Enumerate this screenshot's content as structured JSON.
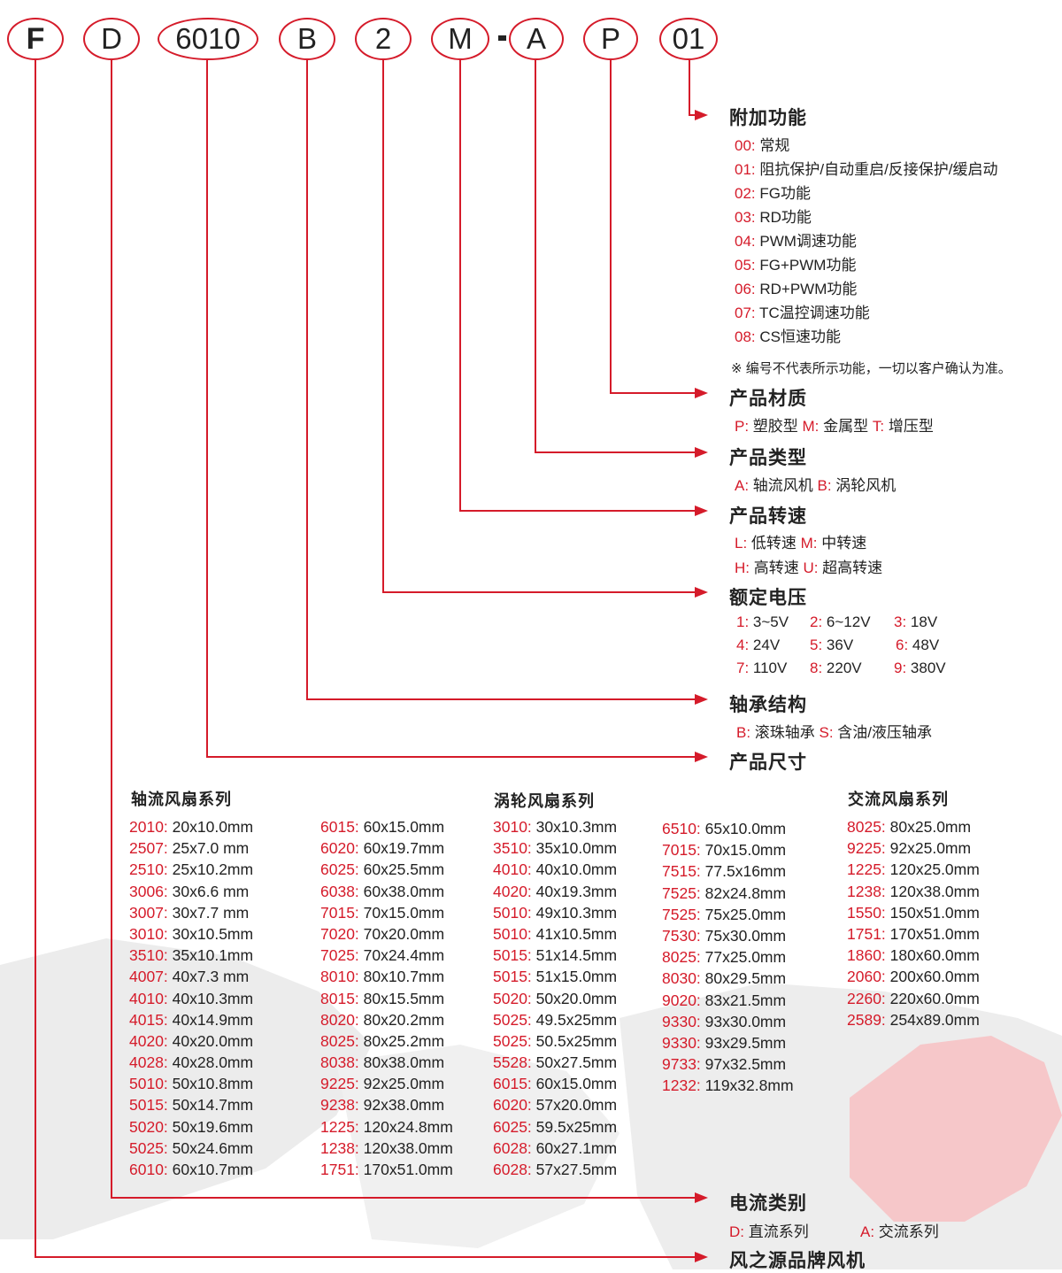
{
  "code_parts": [
    "F",
    "D",
    "6010",
    "B",
    "2",
    "M",
    "A",
    "P",
    "01"
  ],
  "code_separator": "-",
  "colors": {
    "accent": "#d51b2a",
    "text": "#222222"
  },
  "sections": {
    "extra": {
      "title": "附加功能",
      "items": [
        {
          "code": "00:",
          "text": " 常规"
        },
        {
          "code": "01:",
          "text": " 阻抗保护/自动重启/反接保护/缓启动"
        },
        {
          "code": "02:",
          "text": " FG功能"
        },
        {
          "code": "03:",
          "text": " RD功能"
        },
        {
          "code": "04:",
          "text": " PWM调速功能"
        },
        {
          "code": "05:",
          "text": " FG+PWM功能"
        },
        {
          "code": "06:",
          "text": " RD+PWM功能"
        },
        {
          "code": "07:",
          "text": " TC温控调速功能"
        },
        {
          "code": "08:",
          "text": " CS恒速功能"
        }
      ],
      "note": "※ 编号不代表所示功能，一切以客户确认为准。"
    },
    "material": {
      "title": "产品材质",
      "items": [
        {
          "code": "P:",
          "text": " 塑胶型 "
        },
        {
          "code": "M:",
          "text": " 金属型 "
        },
        {
          "code": "T:",
          "text": " 增压型"
        }
      ]
    },
    "type": {
      "title": "产品类型",
      "items": [
        {
          "code": "A:",
          "text": " 轴流风机 "
        },
        {
          "code": "B:",
          "text": " 涡轮风机"
        }
      ]
    },
    "speed": {
      "title": "产品转速",
      "rows": [
        [
          {
            "code": "L:",
            "text": " 低转速 "
          },
          {
            "code": "M:",
            "text": " 中转速"
          }
        ],
        [
          {
            "code": "H:",
            "text": " 高转速 "
          },
          {
            "code": "U:",
            "text": " 超高转速"
          }
        ]
      ]
    },
    "voltage": {
      "title": "额定电压",
      "rows": [
        [
          {
            "code": "1:",
            "text": " 3~5V"
          },
          {
            "code": "2:",
            "text": " 6~12V"
          },
          {
            "code": "3:",
            "text": " 18V"
          }
        ],
        [
          {
            "code": "4:",
            "text": " 24V"
          },
          {
            "code": "5:",
            "text": " 36V"
          },
          {
            "code": "6:",
            "text": " 48V"
          }
        ],
        [
          {
            "code": "7:",
            "text": " 110V"
          },
          {
            "code": "8:",
            "text": " 220V"
          },
          {
            "code": "9:",
            "text": " 380V"
          }
        ]
      ]
    },
    "bearing": {
      "title": "轴承结构",
      "items": [
        {
          "code": "B:",
          "text": " 滚珠轴承 "
        },
        {
          "code": "S:",
          "text": " 含油/液压轴承"
        }
      ]
    },
    "size": {
      "title": "产品尺寸",
      "axial_title": "轴流风扇系列",
      "blower_title": "涡轮风扇系列",
      "ac_title": "交流风扇系列",
      "axial_col1": [
        [
          "2010:",
          " 20x10.0mm"
        ],
        [
          "2507:",
          " 25x7.0  mm"
        ],
        [
          "2510:",
          " 25x10.2mm"
        ],
        [
          "3006:",
          " 30x6.6  mm"
        ],
        [
          "3007:",
          " 30x7.7  mm"
        ],
        [
          "3010:",
          " 30x10.5mm"
        ],
        [
          "3510:",
          " 35x10.1mm"
        ],
        [
          "4007:",
          " 40x7.3  mm"
        ],
        [
          "4010:",
          " 40x10.3mm"
        ],
        [
          "4015:",
          " 40x14.9mm"
        ],
        [
          "4020:",
          " 40x20.0mm"
        ],
        [
          "4028:",
          " 40x28.0mm"
        ],
        [
          "5010:",
          " 50x10.8mm"
        ],
        [
          "5015:",
          " 50x14.7mm"
        ],
        [
          "5020:",
          " 50x19.6mm"
        ],
        [
          "5025:",
          " 50x24.6mm"
        ],
        [
          "6010:",
          " 60x10.7mm"
        ]
      ],
      "axial_col2": [
        [
          "6015:",
          " 60x15.0mm"
        ],
        [
          "6020:",
          " 60x19.7mm"
        ],
        [
          "6025:",
          " 60x25.5mm"
        ],
        [
          "6038:",
          " 60x38.0mm"
        ],
        [
          "7015:",
          " 70x15.0mm"
        ],
        [
          "7020:",
          " 70x20.0mm"
        ],
        [
          "7025:",
          " 70x24.4mm"
        ],
        [
          "8010:",
          " 80x10.7mm"
        ],
        [
          "8015:",
          " 80x15.5mm"
        ],
        [
          "8020:",
          " 80x20.2mm"
        ],
        [
          "8025:",
          " 80x25.2mm"
        ],
        [
          "8038:",
          " 80x38.0mm"
        ],
        [
          "9225:",
          " 92x25.0mm"
        ],
        [
          "9238:",
          " 92x38.0mm"
        ],
        [
          "1225:",
          " 120x24.8mm"
        ],
        [
          "1238:",
          " 120x38.0mm"
        ],
        [
          "1751:",
          " 170x51.0mm"
        ]
      ],
      "blower_col1": [
        [
          "3010:",
          " 30x10.3mm"
        ],
        [
          "3510:",
          " 35x10.0mm"
        ],
        [
          "4010:",
          " 40x10.0mm"
        ],
        [
          "4020:",
          " 40x19.3mm"
        ],
        [
          "5010:",
          " 49x10.3mm"
        ],
        [
          "5010:",
          " 41x10.5mm"
        ],
        [
          "5015:",
          " 51x14.5mm"
        ],
        [
          "5015:",
          " 51x15.0mm"
        ],
        [
          "5020:",
          " 50x20.0mm"
        ],
        [
          "5025:",
          " 49.5x25mm"
        ],
        [
          "5025:",
          " 50.5x25mm"
        ],
        [
          "5528:",
          " 50x27.5mm"
        ],
        [
          "6015:",
          " 60x15.0mm"
        ],
        [
          "6020:",
          " 57x20.0mm"
        ],
        [
          "6025:",
          " 59.5x25mm"
        ],
        [
          "6028:",
          " 60x27.1mm"
        ],
        [
          "6028:",
          " 57x27.5mm"
        ]
      ],
      "blower_col2": [
        [
          "6510:",
          " 65x10.0mm"
        ],
        [
          "7015:",
          " 70x15.0mm"
        ],
        [
          "7515:",
          " 77.5x16mm"
        ],
        [
          "7525:",
          " 82x24.8mm"
        ],
        [
          "7525:",
          " 75x25.0mm"
        ],
        [
          "7530:",
          " 75x30.0mm"
        ],
        [
          "8025:",
          " 77x25.0mm"
        ],
        [
          "8030:",
          " 80x29.5mm"
        ],
        [
          "9020:",
          " 83x21.5mm"
        ],
        [
          "9330:",
          " 93x30.0mm"
        ],
        [
          "9330:",
          " 93x29.5mm"
        ],
        [
          "9733:",
          " 97x32.5mm"
        ],
        [
          "1232:",
          " 119x32.8mm"
        ]
      ],
      "ac_col": [
        [
          "8025:",
          " 80x25.0mm"
        ],
        [
          "9225:",
          " 92x25.0mm"
        ],
        [
          "1225:",
          " 120x25.0mm"
        ],
        [
          "1238:",
          " 120x38.0mm"
        ],
        [
          "1550:",
          " 150x51.0mm"
        ],
        [
          "1751:",
          " 170x51.0mm"
        ],
        [
          "1860:",
          " 180x60.0mm"
        ],
        [
          "2060:",
          " 200x60.0mm"
        ],
        [
          "2260:",
          " 220x60.0mm"
        ],
        [
          "2589:",
          " 254x89.0mm"
        ]
      ]
    },
    "current": {
      "title": "电流类别",
      "items": [
        {
          "code": "D:",
          "text": " 直流系列"
        },
        {
          "code": "A:",
          "text": " 交流系列"
        }
      ]
    },
    "brand": {
      "title": "风之源品牌风机"
    }
  }
}
